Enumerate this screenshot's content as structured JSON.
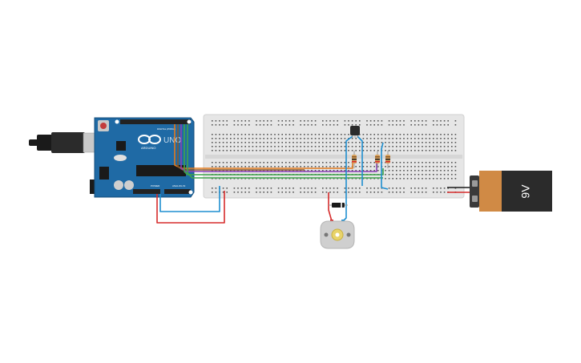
{
  "board": {
    "brand": "ARDUINO",
    "model": "UNO",
    "digital_label": "DIGITAL (PWM~)",
    "power_label": "POWER",
    "analog_label": "ANALOG IN"
  },
  "battery": {
    "label": "9V"
  },
  "colors": {
    "background": "#ffffff",
    "arduino_board": "#1f6aa5",
    "breadboard": "#e6e6e6",
    "battery_body": "#2b2b2b",
    "battery_cap": "#d08a45",
    "wire_red": "#d62b2b",
    "wire_blue": "#1f8fd0",
    "wire_orange": "#e07a1f",
    "wire_green": "#3fa34d",
    "wire_purple": "#8a3fb5",
    "wire_black": "#1a1a1a",
    "wire_brown": "#8a5a2b"
  },
  "components": [
    "arduino-uno",
    "breadboard",
    "npn-transistor",
    "diode",
    "resistors",
    "dc-motor",
    "9v-battery"
  ]
}
